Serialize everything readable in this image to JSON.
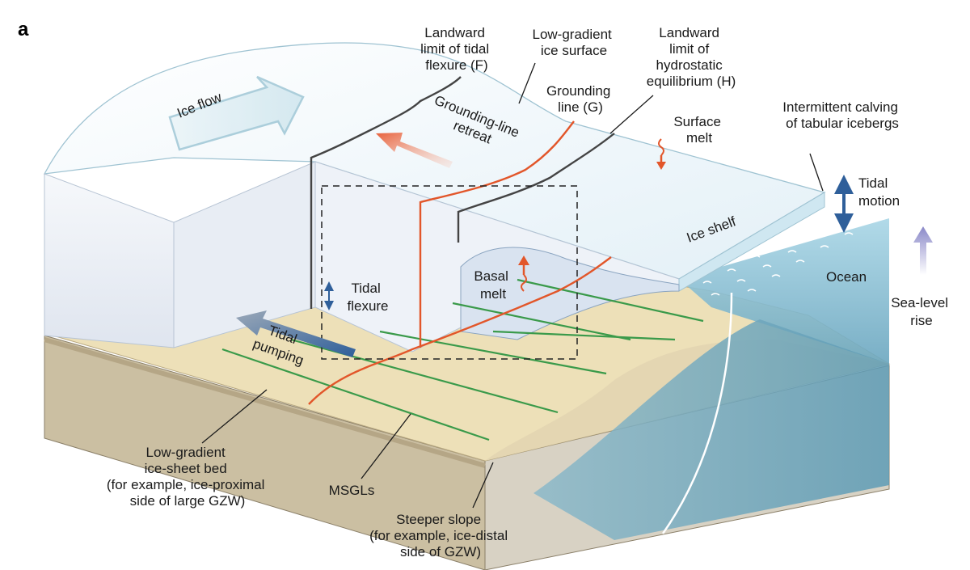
{
  "panel_label": "a",
  "labels": {
    "ice_flow": "Ice flow",
    "landward_flexure": [
      "Landward",
      "limit of tidal",
      "flexure (F)"
    ],
    "low_gradient_surface": [
      "Low-gradient",
      "ice surface"
    ],
    "landward_hydrostatic": [
      "Landward",
      "limit of",
      "hydrostatic",
      "equilibrium (H)"
    ],
    "grounding_line": [
      "Grounding",
      "line (G)"
    ],
    "grounding_line_retreat": [
      "Grounding-line",
      "retreat"
    ],
    "surface_melt": [
      "Surface",
      "melt"
    ],
    "calving": [
      "Intermittent calving",
      "of tabular icebergs"
    ],
    "tidal_motion": [
      "Tidal",
      "motion"
    ],
    "ice_shelf": "Ice shelf",
    "ocean": "Ocean",
    "sea_level_rise": [
      "Sea-level",
      "rise"
    ],
    "basal_melt": [
      "Basal",
      "melt"
    ],
    "tidal_flexure": [
      "Tidal",
      "flexure"
    ],
    "tidal_pumping": [
      "Tidal",
      "pumping"
    ],
    "low_gradient_bed": [
      "Low-gradient",
      "ice-sheet bed",
      "(for example, ice-proximal",
      "side of large GZW)"
    ],
    "msgls": "MSGLs",
    "steeper_slope": [
      "Steeper slope",
      "(for example, ice-distal",
      "side of GZW)"
    ]
  },
  "colors": {
    "ice_top": "#eef6fa",
    "ice_side": "#e3e8f1",
    "bed": "#ede0b8",
    "ocean": "#8ec3d6",
    "grounding_line": "#e2562a",
    "flexure_line": "#444444",
    "msgl": "#3a9a4a",
    "arrow_blue": "#2f5f9a",
    "arrow_red": "#e8603a"
  }
}
